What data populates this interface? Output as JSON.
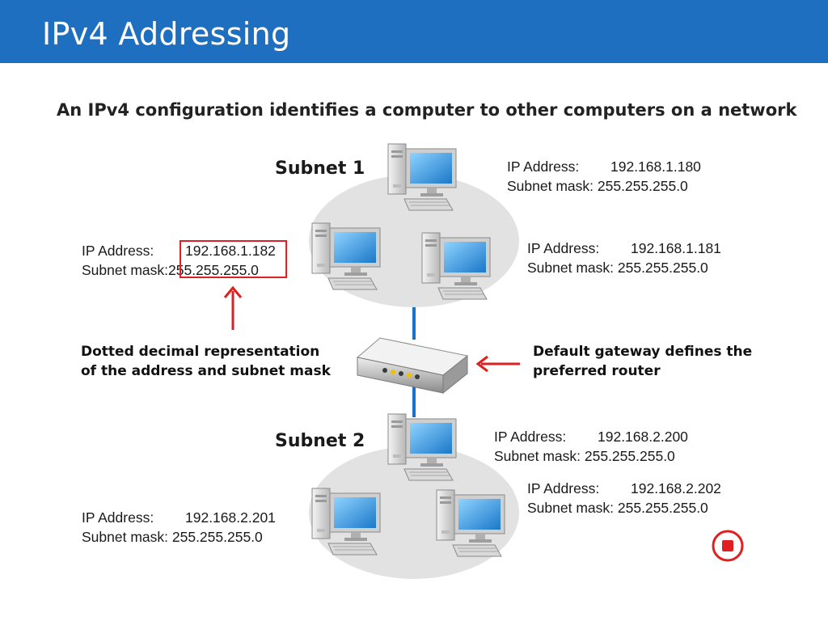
{
  "header": {
    "title": "IPv4 Addressing"
  },
  "subtitle": "An IPv4 configuration identifies a computer to other computers on a network",
  "subnet1": {
    "label": "Subnet 1",
    "hosts": [
      {
        "ip_label": "IP Address:",
        "ip": "192.168.1.180",
        "mask_label": "Subnet mask:",
        "mask": "255.255.255.0"
      },
      {
        "ip_label": "IP Address:",
        "ip": "192.168.1.181",
        "mask_label": "Subnet mask:",
        "mask": "255.255.255.0"
      },
      {
        "ip_label": "IP Address:",
        "ip": "192.168.1.182",
        "mask_label": "Subnet mask:",
        "mask": "255.255.255.0"
      }
    ]
  },
  "subnet2": {
    "label": "Subnet 2",
    "hosts": [
      {
        "ip_label": "IP Address:",
        "ip": "192.168.2.200",
        "mask_label": "Subnet mask:",
        "mask": "255.255.255.0"
      },
      {
        "ip_label": "IP Address:",
        "ip": "192.168.2.202",
        "mask_label": "Subnet mask:",
        "mask": "255.255.255.0"
      },
      {
        "ip_label": "IP Address:",
        "ip": "192.168.2.201",
        "mask_label": "Subnet mask:",
        "mask": "255.255.255.0"
      }
    ]
  },
  "callouts": {
    "left_line1": "Dotted decimal representation",
    "left_line2": "of the address and subnet mask",
    "right_line1": "Default gateway defines the",
    "right_line2": "preferred router"
  },
  "icons": [
    "computer-icon",
    "router-icon",
    "stop-icon",
    "arrow-icon"
  ],
  "colors": {
    "header": "#1f6fc0",
    "highlight": "#e02020",
    "link": "#1a73c8",
    "subnet_bg": "#e2e2e2"
  }
}
